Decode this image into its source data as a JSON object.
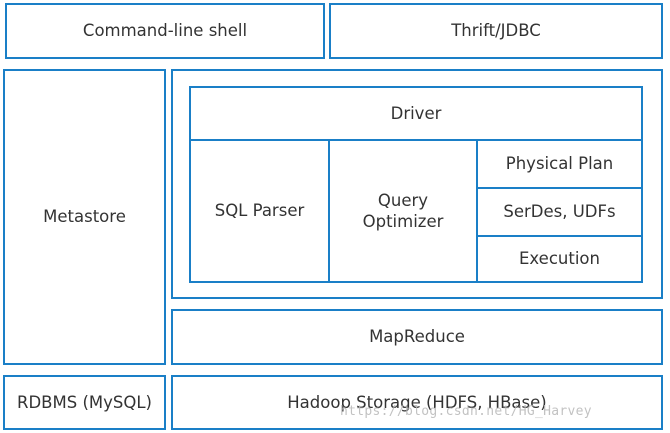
{
  "diagram": {
    "command_line_shell": "Command-line shell",
    "thrift_jdbc": "Thrift/JDBC",
    "metastore": "Metastore",
    "driver": "Driver",
    "sql_parser": "SQL Parser",
    "query_optimizer": "Query\nOptimizer",
    "physical_plan": "Physical Plan",
    "serdes_udfs": "SerDes, UDFs",
    "execution": "Execution",
    "mapreduce": "MapReduce",
    "rdbms": "RDBMS (MySQL)",
    "hadoop_storage": "Hadoop Storage (HDFS, HBase)"
  },
  "watermark": "https://blog.csdn.net/HG_Harvey",
  "colors": {
    "border": "#1a7fc7",
    "text": "#333333"
  }
}
